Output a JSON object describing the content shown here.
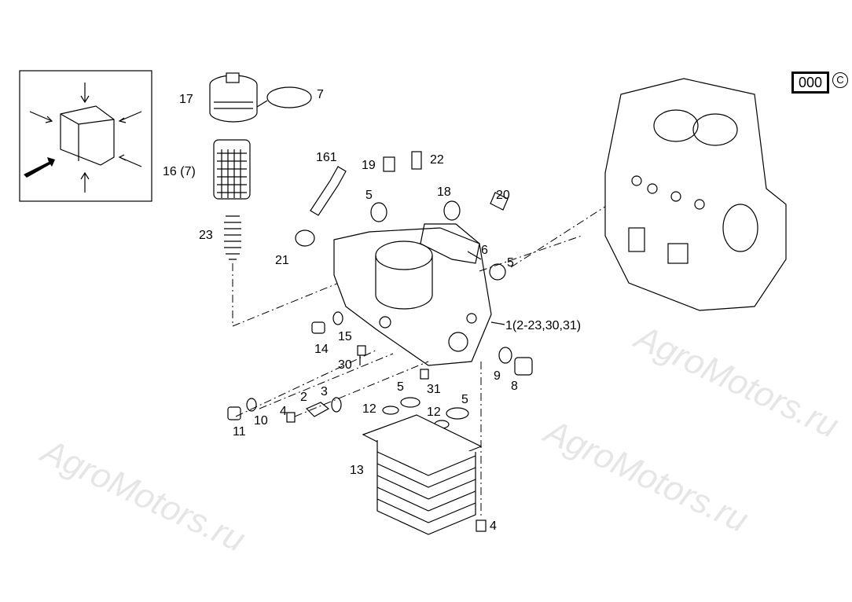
{
  "watermark": "AgroMotors.ru",
  "reference_code": "000",
  "copyright_symbol": "C",
  "callouts": [
    "17",
    "7",
    "161",
    "19",
    "22",
    "16 (7)",
    "18",
    "20",
    "5",
    "23",
    "21",
    "6",
    "5",
    "1(2-23,30,31)",
    "14",
    "15",
    "30",
    "9",
    "8",
    "5",
    "31",
    "2",
    "3",
    "12",
    "5",
    "12",
    "4",
    "10",
    "11",
    "13",
    "4"
  ]
}
